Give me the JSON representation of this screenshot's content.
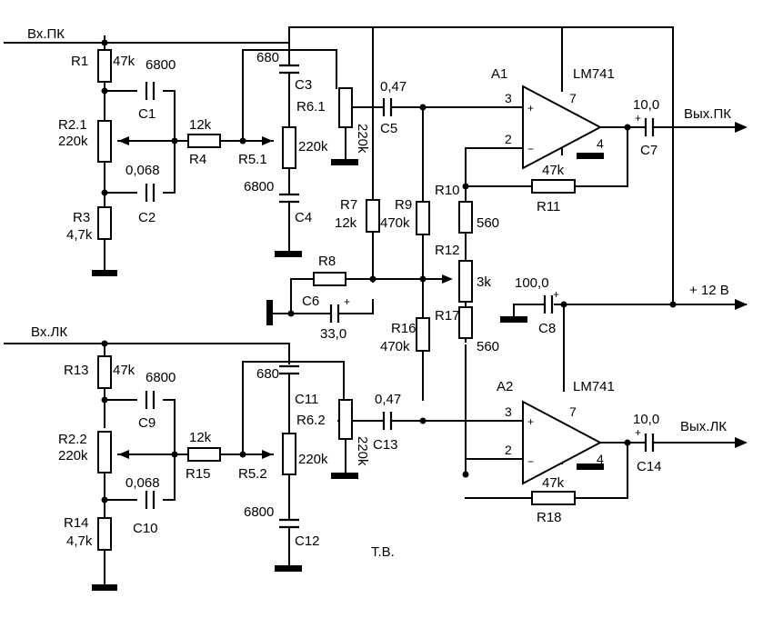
{
  "colors": {
    "ink": "#000000",
    "author_mark": "#e8231f",
    "background": "#ffffff"
  },
  "signals": {
    "in_right": "Вх.ПК",
    "in_left": "Вх.ЛК",
    "out_right": "Вых.ПК",
    "out_left": "Вых.ЛК",
    "supply": "+ 12 В"
  },
  "opamps": {
    "a1_name": "A1",
    "a1_part": "LM741",
    "a2_name": "A2",
    "a2_part": "LM741",
    "pin_noninv": "3",
    "pin_inv": "2",
    "pin_out": "7",
    "pin_gnd": "4",
    "sign_plus": "+",
    "sign_minus": "−"
  },
  "resistors": {
    "r1": "R1",
    "r1_val": "47k",
    "r2_1": "R2.1",
    "r2_1_val": "220k",
    "r3": "R3",
    "r3_val": "4,7k",
    "r4": "R4",
    "r4_val": "12k",
    "r5_1": "R5.1",
    "r5_1_val": "220k",
    "r6_1": "R6.1",
    "r6_1_val": "220k",
    "r7": "R7",
    "r7_val": "12k",
    "r8": "R8",
    "r9": "R9",
    "r9_val": "470k",
    "r10": "R10",
    "r10_val": "560",
    "r11": "R11",
    "r11_val": "47k",
    "r12": "R12",
    "r12_val": "3k",
    "r13": "R13",
    "r13_val": "47k",
    "r2_2": "R2.2",
    "r2_2_val": "220k",
    "r14": "R14",
    "r14_val": "4,7k",
    "r15": "R15",
    "r15_val": "12k",
    "r5_2": "R5.2",
    "r5_2_val": "220k",
    "r6_2": "R6.2",
    "r6_2_val": "220k",
    "r16": "R16",
    "r16_val": "470k",
    "r17": "R17",
    "r17_val": "560",
    "r18": "R18",
    "r18_val": "47k"
  },
  "capacitors": {
    "c1": "C1",
    "c1_val": "6800",
    "c2": "C2",
    "c2_val": "0,068",
    "c3": "C3",
    "c3_val": "680",
    "c4": "C4",
    "c4_val": "6800",
    "c5": "C5",
    "c5_val": "0,47",
    "c6": "C6",
    "c6_val": "33,0",
    "c7": "C7",
    "c7_val": "10,0",
    "c8": "C8",
    "c8_val": "100,0",
    "c9": "C9",
    "c9_val": "6800",
    "c10": "C10",
    "c10_val": "0,068",
    "c11": "C11",
    "c11_val": "680",
    "c12": "C12",
    "c12_val": "6800",
    "c13": "C13",
    "c13_val": "0,47",
    "c14": "C14",
    "c14_val": "10,0",
    "polarity_plus": "+"
  },
  "author": "Т.В."
}
